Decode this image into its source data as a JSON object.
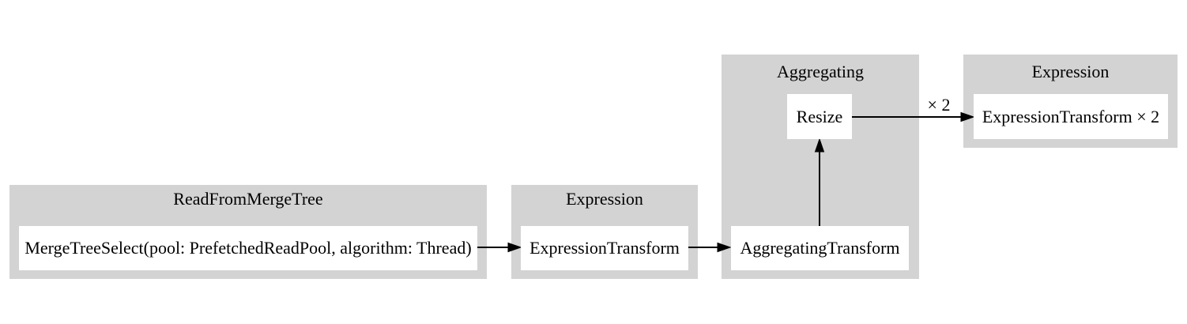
{
  "diagram": {
    "colors": {
      "background": "#ffffff",
      "cluster_fill": "#d3d3d3",
      "node_fill": "#ffffff",
      "edge": "#000000",
      "text": "#000000"
    },
    "clusters": [
      {
        "title": "ReadFromMergeTree",
        "nodes": [
          {
            "label": "MergeTreeSelect(pool: PrefetchedReadPool, algorithm: Thread)"
          }
        ]
      },
      {
        "title": "Expression",
        "nodes": [
          {
            "label": "ExpressionTransform"
          }
        ]
      },
      {
        "title": "Aggregating",
        "nodes": [
          {
            "label": "Resize"
          },
          {
            "label": "AggregatingTransform"
          }
        ]
      },
      {
        "title": "Expression",
        "nodes": [
          {
            "label": "ExpressionTransform × 2"
          }
        ]
      }
    ],
    "edges": [
      {
        "from": "MergeTreeSelect(pool: PrefetchedReadPool, algorithm: Thread)",
        "to": "ExpressionTransform",
        "label": ""
      },
      {
        "from": "ExpressionTransform",
        "to": "AggregatingTransform",
        "label": ""
      },
      {
        "from": "AggregatingTransform",
        "to": "Resize",
        "label": ""
      },
      {
        "from": "Resize",
        "to": "ExpressionTransform × 2",
        "label": "× 2"
      }
    ]
  }
}
